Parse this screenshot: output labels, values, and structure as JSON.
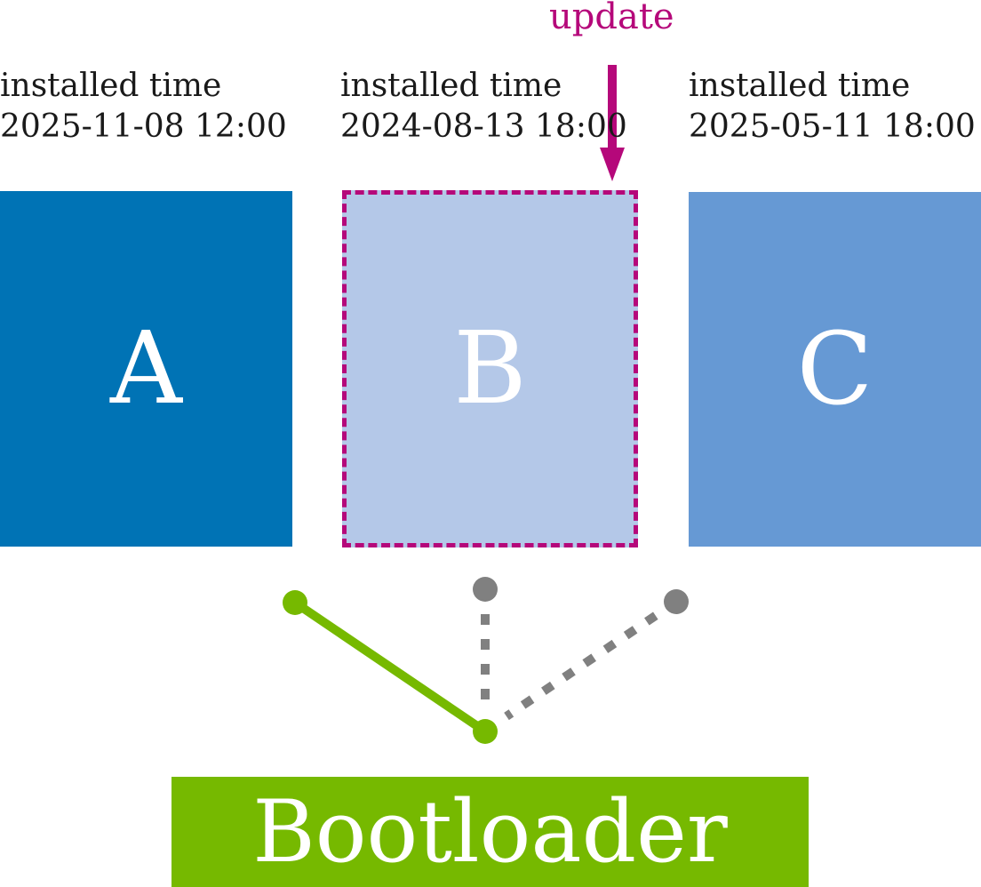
{
  "update": {
    "label": "update",
    "color": "#b5087a"
  },
  "slots": [
    {
      "id": "A",
      "letter": "A",
      "installed_label": "installed time",
      "installed_time": "2025-11-08 12:00",
      "color": "#0073b5",
      "active": true
    },
    {
      "id": "B",
      "letter": "B",
      "installed_label": "installed time",
      "installed_time": "2024-08-13 18:00",
      "color": "#b4c8e8",
      "active": false,
      "update_target": true
    },
    {
      "id": "C",
      "letter": "C",
      "installed_label": "installed time",
      "installed_time": "2025-05-11 18:00",
      "color": "#6699d4",
      "active": false
    }
  ],
  "bootloader": {
    "label": "Bootloader",
    "color": "#76b900"
  },
  "connections": {
    "active_color": "#76b900",
    "inactive_color": "#808080"
  }
}
